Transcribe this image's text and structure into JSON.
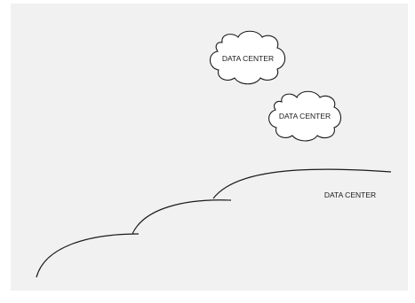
{
  "colors": {
    "page_background": "#ffffff",
    "panel_background": "#f1f1f1",
    "stroke": "#1a1a1a",
    "text": "#1a1a1a"
  },
  "clouds": [
    {
      "label": "DATA CENTER"
    },
    {
      "label": "DATA CENTER"
    }
  ],
  "large_cloud": {
    "label": "DATA CENTER"
  }
}
